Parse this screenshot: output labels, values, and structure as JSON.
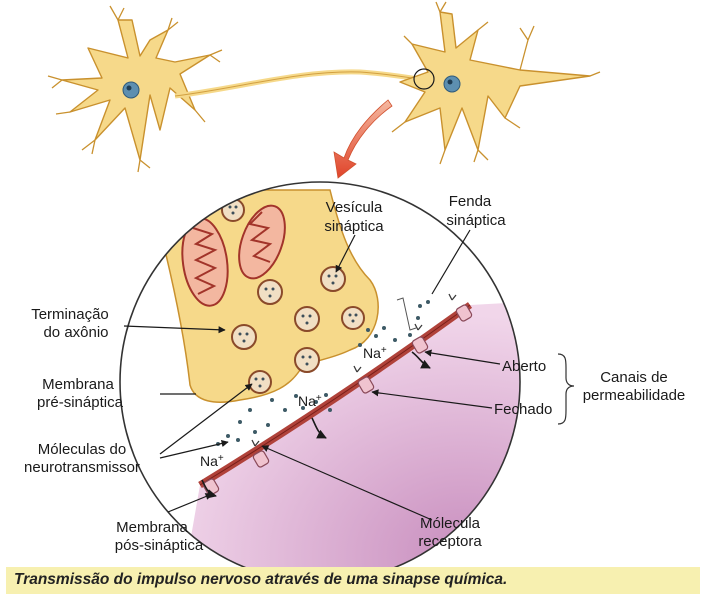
{
  "labels": {
    "vesicula": [
      "Vesícula",
      "sináptica"
    ],
    "fenda": [
      "Fenda",
      "sináptica"
    ],
    "terminacao": [
      "Terminação",
      "do axônio"
    ],
    "membrana_pre": [
      "Membrana",
      "pré-sináptica"
    ],
    "moleculas": [
      "Móleculas do",
      "neurotransmissor"
    ],
    "membrana_pos": [
      "Membrana",
      "pós-sináptica"
    ],
    "molecula_receptora": [
      "Mólecula",
      "receptora"
    ],
    "aberto": "Aberto",
    "fechado": "Fechado",
    "canais": [
      "Canais de",
      "permeabilidade"
    ],
    "na_ion": "Na",
    "na_charge": "+"
  },
  "caption": "Transmissão do impulso nervoso através de uma sinapse química.",
  "colors": {
    "neuron_fill": "#f6d98a",
    "neuron_stroke": "#c9912e",
    "nucleus": "#5d8fb0",
    "postsynaptic": "#d8a8cf",
    "membrane": "#b0423a",
    "arrow": "#e0603a",
    "caption_bg": "#f7f0b0"
  }
}
